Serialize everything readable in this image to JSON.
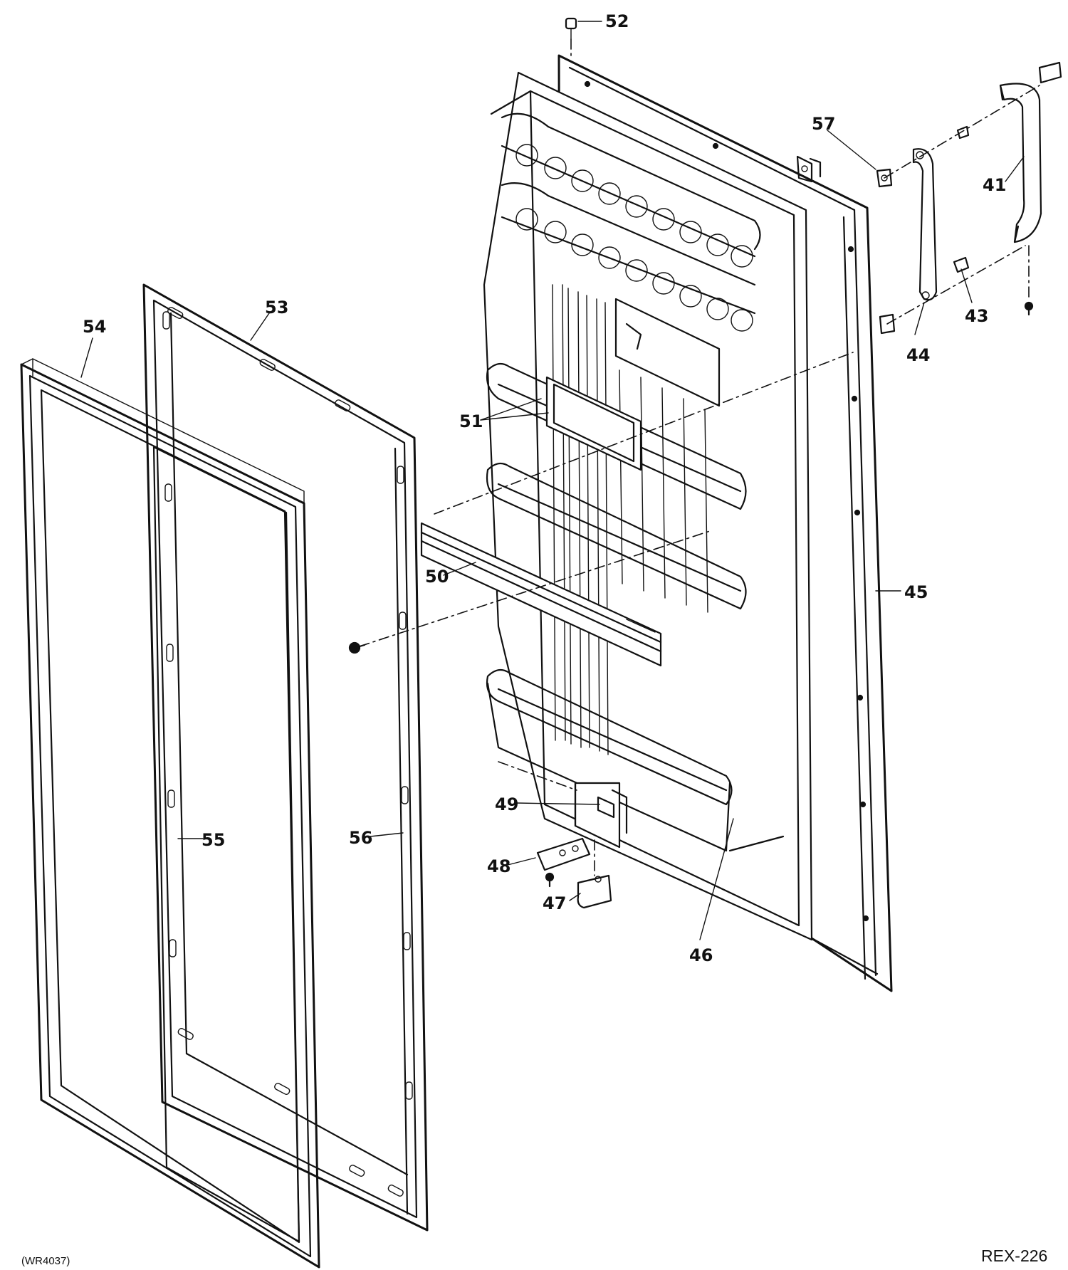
{
  "parts": [
    {
      "id": "41",
      "label": "41"
    },
    {
      "id": "43",
      "label": "43"
    },
    {
      "id": "44",
      "label": "44"
    },
    {
      "id": "45",
      "label": "45"
    },
    {
      "id": "46",
      "label": "46"
    },
    {
      "id": "47",
      "label": "47"
    },
    {
      "id": "48",
      "label": "48"
    },
    {
      "id": "49",
      "label": "49"
    },
    {
      "id": "50",
      "label": "50"
    },
    {
      "id": "51",
      "label": "51"
    },
    {
      "id": "52",
      "label": "52"
    },
    {
      "id": "53",
      "label": "53"
    },
    {
      "id": "54",
      "label": "54"
    },
    {
      "id": "55",
      "label": "55"
    },
    {
      "id": "56",
      "label": "56"
    },
    {
      "id": "57",
      "label": "57"
    }
  ],
  "footer": {
    "left_code": "(WR4037)",
    "right_code": "REX-226"
  }
}
